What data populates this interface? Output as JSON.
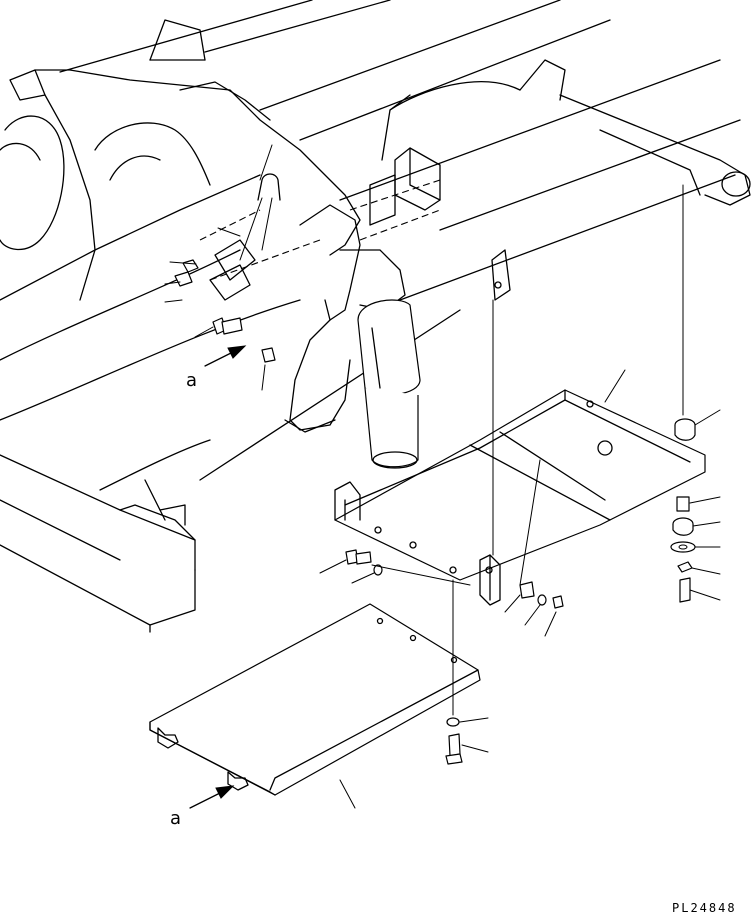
{
  "drawing": {
    "view_label_upper": "a",
    "view_label_lower": "a",
    "drawing_code": "PL24848"
  },
  "parts": {
    "frame": "frame",
    "suspension_cylinder": "suspension-cylinder",
    "bracket_cover": "bracket-cover",
    "under_cover": "under-cover",
    "bolt": "bolt",
    "nut": "nut",
    "washer": "washer",
    "spacer": "spacer",
    "cushion": "cushion"
  }
}
